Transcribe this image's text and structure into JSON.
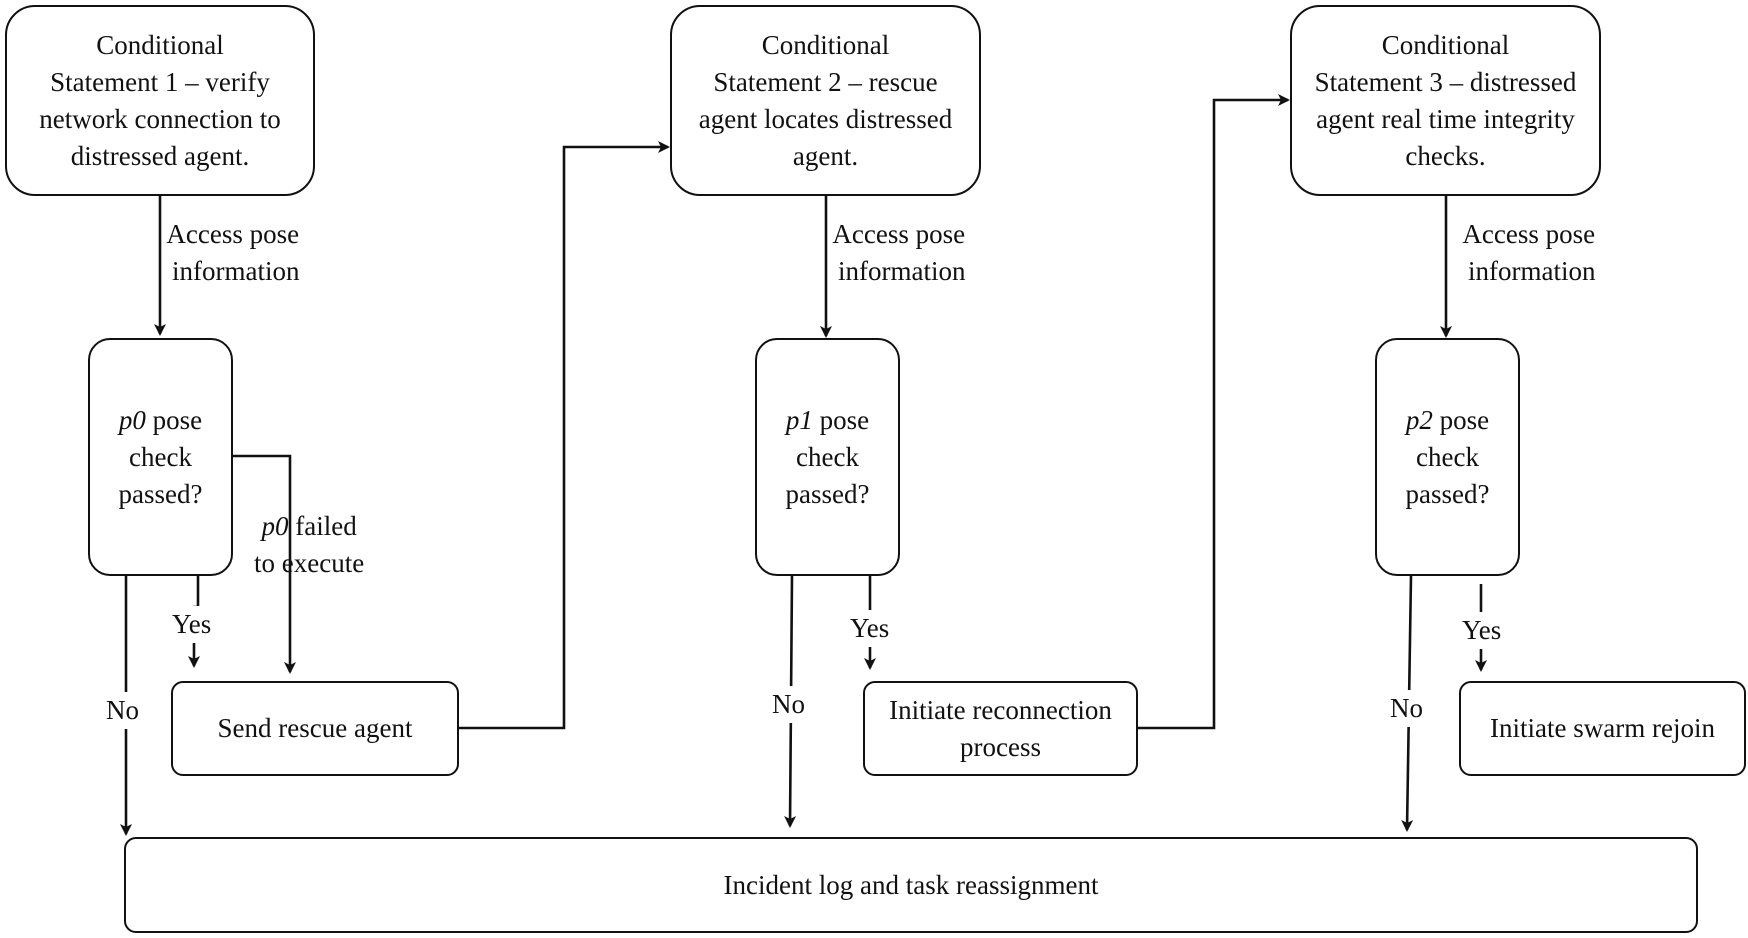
{
  "conditions": [
    {
      "lines": [
        "Conditional",
        "Statement 1 – verify",
        "network connection to",
        "distressed agent."
      ]
    },
    {
      "lines": [
        "Conditional",
        "Statement 2 – rescue",
        "agent locates distressed",
        "agent."
      ]
    },
    {
      "lines": [
        "Conditional",
        "Statement 3 – distressed",
        "agent real time integrity",
        "checks."
      ]
    }
  ],
  "edge_labels": {
    "access": [
      "Access pose",
      "information"
    ],
    "yes": "Yes",
    "no": "No",
    "failed_var": "p0",
    "failed_rest": " failed",
    "failed_line2": "to execute"
  },
  "decisions": [
    {
      "var": "p0",
      "rest": " pose",
      "line2": "check",
      "line3": "passed?"
    },
    {
      "var": "p1",
      "rest": " pose",
      "line2": "check",
      "line3": "passed?"
    },
    {
      "var": "p2",
      "rest": " pose",
      "line2": "check",
      "line3": "passed?"
    }
  ],
  "actions": {
    "send_rescue": "Send rescue agent",
    "reconnect": [
      "Initiate reconnection",
      "process"
    ],
    "rejoin": "Initiate swarm rejoin"
  },
  "incident": "Incident log and task reassignment"
}
